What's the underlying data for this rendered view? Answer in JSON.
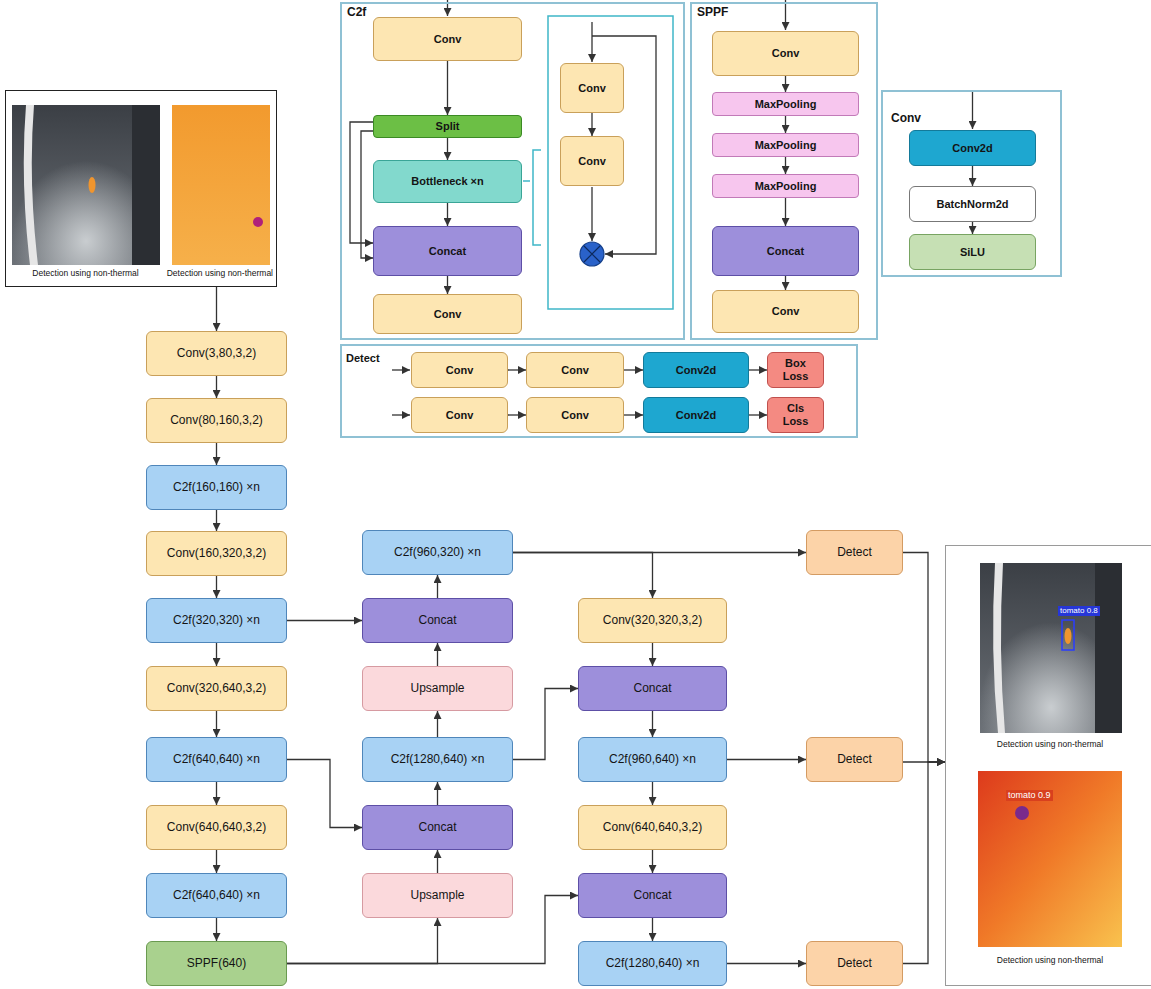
{
  "diagram": {
    "nodes": [
      {
        "text": [
          "C2f"
        ]
      },
      {
        "text": [
          "Conv"
        ],
        "in": 0
      },
      {
        "text": [
          "Split"
        ],
        "in": 0
      },
      {
        "text": [
          "Bottleneck ×n"
        ],
        "in": 0
      },
      {
        "text": [
          "Concat"
        ],
        "in": 0
      },
      {
        "text": [
          "Conv"
        ],
        "in": 0
      },
      {
        "text": [
          "Conv"
        ],
        "in": 0
      },
      {
        "text": [
          "Conv"
        ],
        "in": 0
      },
      {
        "text": [
          "SPPF"
        ]
      },
      {
        "text": [
          "Conv"
        ],
        "in": 8
      },
      {
        "text": [
          "MaxPooling"
        ],
        "in": 8
      },
      {
        "text": [
          "MaxPooling"
        ],
        "in": 8
      },
      {
        "text": [
          "MaxPooling"
        ],
        "in": 8
      },
      {
        "text": [
          "Concat"
        ],
        "in": 8
      },
      {
        "text": [
          "Conv"
        ],
        "in": 8
      },
      {
        "text": [
          "Conv"
        ]
      },
      {
        "text": [
          "Conv2d"
        ],
        "in": 15
      },
      {
        "text": [
          "BatchNorm2d"
        ],
        "in": 15
      },
      {
        "text": [
          "SiLU"
        ],
        "in": 15
      },
      {
        "text": [
          "Detect"
        ]
      },
      {
        "text": [
          "Conv"
        ],
        "in": 19
      },
      {
        "text": [
          "Conv"
        ],
        "in": 19
      },
      {
        "text": [
          "Conv2d"
        ],
        "in": 19
      },
      {
        "text": [
          "Box Loss"
        ],
        "in": 19
      },
      {
        "text": [
          "Conv"
        ],
        "in": 19
      },
      {
        "text": [
          "Conv"
        ],
        "in": 19
      },
      {
        "text": [
          "Conv2d"
        ],
        "in": 19
      },
      {
        "text": [
          "Cls Loss"
        ],
        "in": 19
      },
      {
        "text": [
          "Detection using non-thermal",
          "Detection using non-thermal"
        ]
      },
      {
        "text": [
          "Conv(3,80,3,2)"
        ]
      },
      {
        "text": [
          "Conv(80,160,3,2)"
        ]
      },
      {
        "text": [
          "C2f(160,160) ×n"
        ]
      },
      {
        "text": [
          "Conv(160,320,3,2)"
        ]
      },
      {
        "text": [
          "C2f(320,320) ×n"
        ]
      },
      {
        "text": [
          "Conv(320,640,3,2)"
        ]
      },
      {
        "text": [
          "C2f(640,640) ×n"
        ]
      },
      {
        "text": [
          "Conv(640,640,3,2)"
        ]
      },
      {
        "text": [
          "C2f(640,640) ×n"
        ]
      },
      {
        "text": [
          "SPPF(640)"
        ]
      },
      {
        "text": [
          "C2f(960,320) ×n"
        ]
      },
      {
        "text": [
          "Concat"
        ]
      },
      {
        "text": [
          "Upsample"
        ]
      },
      {
        "text": [
          "C2f(1280,640) ×n"
        ]
      },
      {
        "text": [
          "Concat"
        ]
      },
      {
        "text": [
          "Upsample"
        ]
      },
      {
        "text": [
          "Conv(320,320,3,2)"
        ]
      },
      {
        "text": [
          "Concat"
        ]
      },
      {
        "text": [
          "C2f(960,640) ×n"
        ]
      },
      {
        "text": [
          "Conv(640,640,3,2)"
        ]
      },
      {
        "text": [
          "Concat"
        ]
      },
      {
        "text": [
          "C2f(1280,640) ×n"
        ]
      },
      {
        "text": [
          "Detect"
        ]
      },
      {
        "text": [
          "Detect"
        ]
      },
      {
        "text": [
          "Detect"
        ]
      },
      {
        "text": [
          "Detection using non-thermal",
          "Detection using non-thermal"
        ]
      }
    ],
    "edges": [
      {
        "from": 1,
        "to": 2,
        "arrow": "to"
      },
      {
        "from": 2,
        "to": 3,
        "arrow": "to"
      },
      {
        "from": 3,
        "to": 4,
        "arrow": "to"
      },
      {
        "from": 4,
        "to": 5,
        "arrow": "to"
      },
      {
        "from": 2,
        "to": 4,
        "arrow": "to"
      },
      {
        "from": 2,
        "to": 4,
        "arrow": "to"
      },
      {
        "from": 6,
        "to": 7,
        "arrow": "to"
      },
      {
        "from": 9,
        "to": 10,
        "arrow": "to"
      },
      {
        "from": 10,
        "to": 11,
        "arrow": "to"
      },
      {
        "from": 11,
        "to": 12,
        "arrow": "to"
      },
      {
        "from": 12,
        "to": 13,
        "arrow": "to"
      },
      {
        "from": 13,
        "to": 14,
        "arrow": "to"
      },
      {
        "from": 16,
        "to": 17,
        "arrow": "to"
      },
      {
        "from": 17,
        "to": 18,
        "arrow": "to"
      },
      {
        "from": 20,
        "to": 21,
        "arrow": "to"
      },
      {
        "from": 21,
        "to": 22,
        "arrow": "to"
      },
      {
        "from": 22,
        "to": 23,
        "arrow": "to"
      },
      {
        "from": 24,
        "to": 25,
        "arrow": "to"
      },
      {
        "from": 25,
        "to": 26,
        "arrow": "to"
      },
      {
        "from": 26,
        "to": 27,
        "arrow": "to"
      },
      {
        "from": 28,
        "to": 29,
        "arrow": "to"
      },
      {
        "from": 29,
        "to": 30,
        "arrow": "to"
      },
      {
        "from": 30,
        "to": 31,
        "arrow": "to"
      },
      {
        "from": 31,
        "to": 32,
        "arrow": "to"
      },
      {
        "from": 32,
        "to": 33,
        "arrow": "to"
      },
      {
        "from": 33,
        "to": 34,
        "arrow": "to"
      },
      {
        "from": 34,
        "to": 35,
        "arrow": "to"
      },
      {
        "from": 35,
        "to": 36,
        "arrow": "to"
      },
      {
        "from": 36,
        "to": 37,
        "arrow": "to"
      },
      {
        "from": 37,
        "to": 38,
        "arrow": "to"
      },
      {
        "from": 33,
        "to": 40,
        "arrow": "to"
      },
      {
        "from": 35,
        "to": 43,
        "arrow": "to"
      },
      {
        "from": 38,
        "to": 44,
        "arrow": "to"
      },
      {
        "from": 38,
        "to": 49,
        "arrow": "to"
      },
      {
        "from": 44,
        "to": 43,
        "arrow": "to"
      },
      {
        "from": 43,
        "to": 42,
        "arrow": "to"
      },
      {
        "from": 42,
        "to": 41,
        "arrow": "to"
      },
      {
        "from": 41,
        "to": 40,
        "arrow": "to"
      },
      {
        "from": 40,
        "to": 39,
        "arrow": "to"
      },
      {
        "from": 39,
        "to": 51,
        "arrow": "to"
      },
      {
        "from": 39,
        "to": 45,
        "arrow": "to"
      },
      {
        "from": 45,
        "to": 46,
        "arrow": "to"
      },
      {
        "from": 42,
        "to": 46,
        "arrow": "to"
      },
      {
        "from": 46,
        "to": 47,
        "arrow": "to"
      },
      {
        "from": 47,
        "to": 52,
        "arrow": "to"
      },
      {
        "from": 47,
        "to": 48,
        "arrow": "to"
      },
      {
        "from": 48,
        "to": 49,
        "arrow": "to"
      },
      {
        "from": 49,
        "to": 50,
        "arrow": "to"
      },
      {
        "from": 50,
        "to": 53,
        "arrow": "to"
      },
      {
        "from": 51,
        "to": 54,
        "arrow": "to"
      },
      {
        "from": 52,
        "to": 54,
        "arrow": "to"
      },
      {
        "from": 53,
        "to": 54,
        "arrow": "to"
      }
    ],
    "labels": [
      "tomato 0.8",
      "tomato 0.9"
    ]
  }
}
